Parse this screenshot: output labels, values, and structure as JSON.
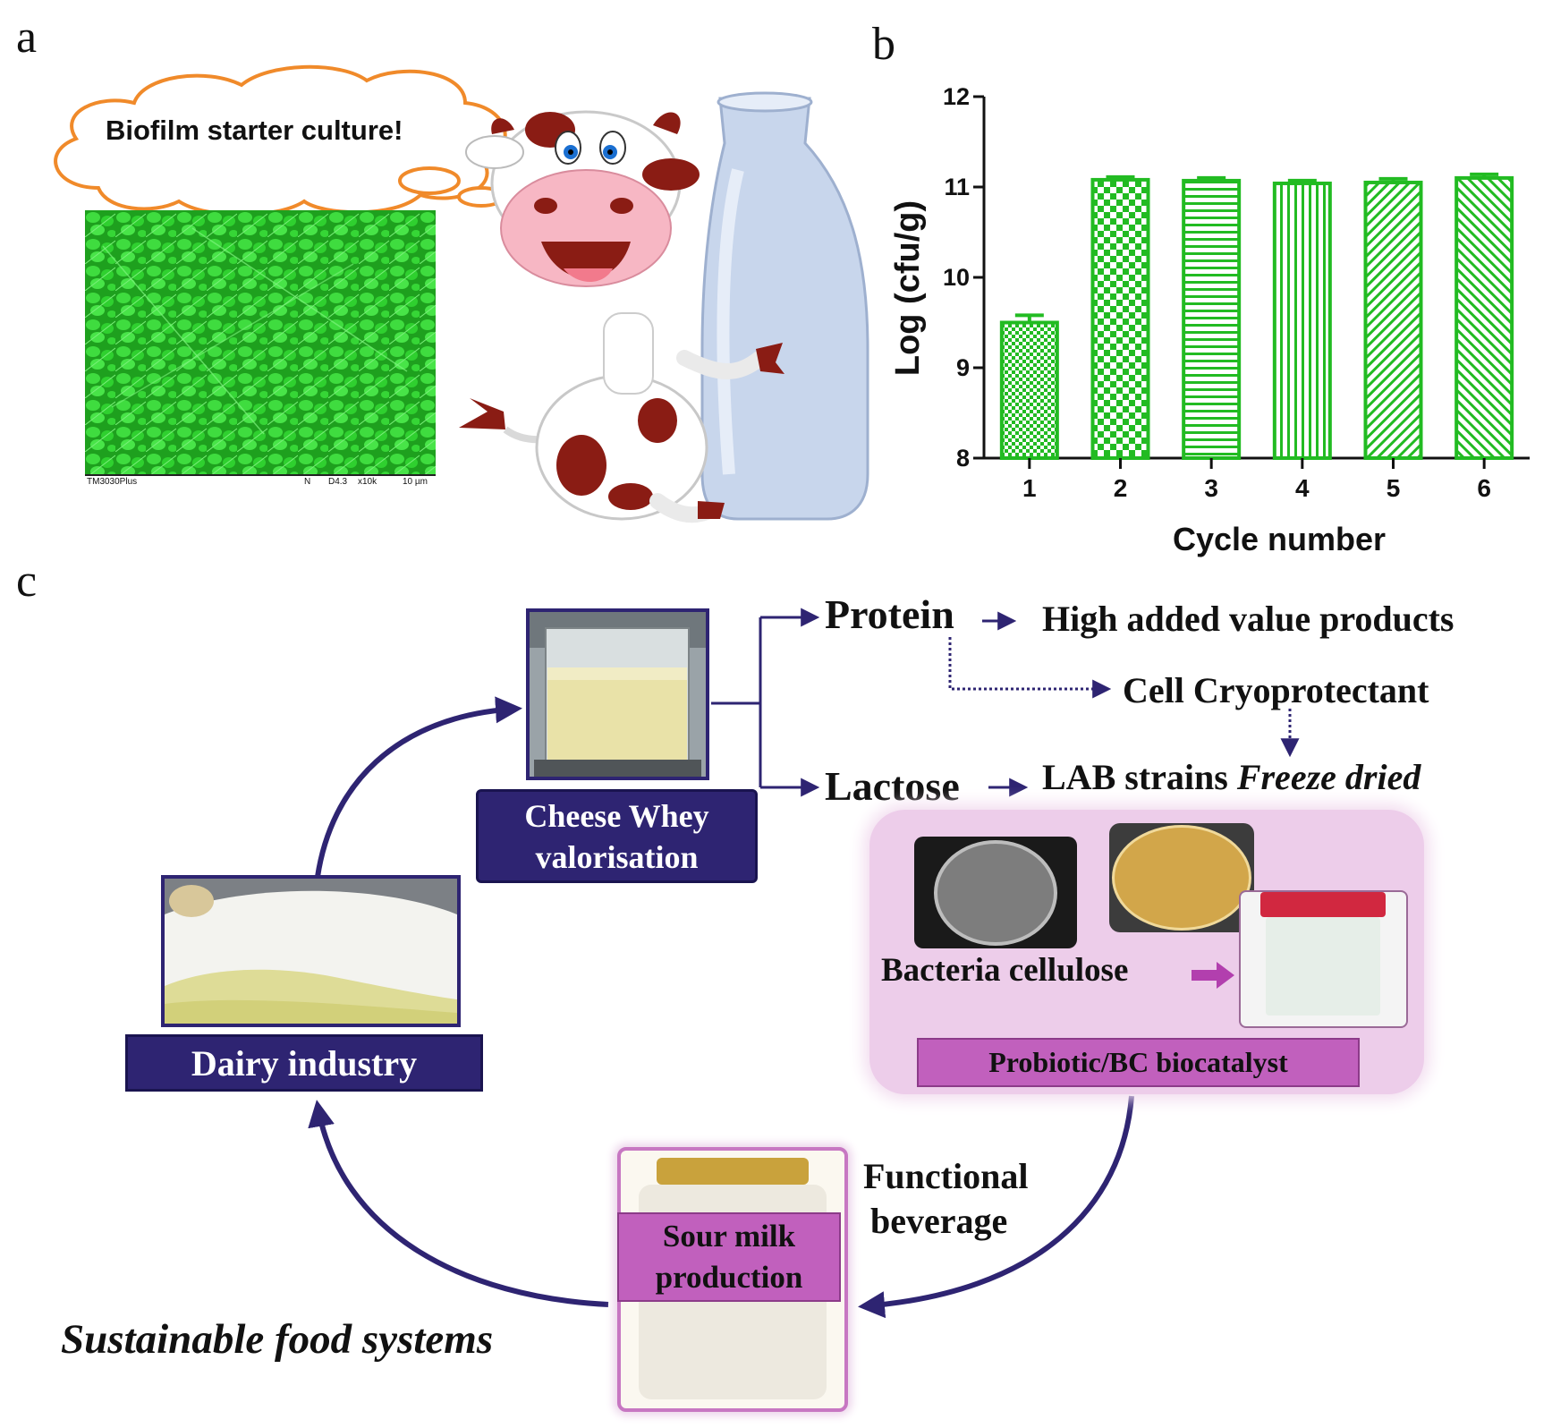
{
  "panels": {
    "a": "a",
    "b": "b",
    "c": "c"
  },
  "panel_a": {
    "thought_bubble": "Biofilm starter culture!",
    "sem_footer": {
      "instrument": "TM3030Plus",
      "mode": "N",
      "settings": "D4.3",
      "magnification": "x10k",
      "scale": "10 µm"
    },
    "icons": [
      "thought-cloud-icon",
      "cow-mascot-icon",
      "milk-bottle-icon"
    ]
  },
  "chart_data": {
    "type": "bar",
    "categories": [
      "1",
      "2",
      "3",
      "4",
      "5",
      "6"
    ],
    "values": [
      9.5,
      11.08,
      11.07,
      11.04,
      11.05,
      11.1
    ],
    "errors": [
      0.08,
      0.03,
      0.03,
      0.03,
      0.04,
      0.04
    ],
    "xlabel": "Cycle number",
    "ylabel": "Log (cfu/g)",
    "ylim": [
      8,
      12
    ],
    "yticks": [
      "8",
      "9",
      "10",
      "11",
      "12"
    ],
    "bar_color": "#22bb22",
    "patterns": [
      "fine-check",
      "coarse-check",
      "horizontal",
      "vertical",
      "diagonal-right",
      "diagonal-left"
    ],
    "grid": false
  },
  "panel_c": {
    "protein": "Protein",
    "high_value": "High added value products",
    "cryoprotectant": "Cell Cryoprotectant",
    "lactose": "Lactose",
    "lab_strains": "LAB strains",
    "freeze_dried": "Freeze dried",
    "cheese_whey_line1": "Cheese Whey",
    "cheese_whey_line2": "valorisation",
    "dairy_industry": "Dairy industry",
    "bacteria_cellulose": "Bacteria cellulose",
    "probiotic_biocatalyst": "Probiotic/BC biocatalyst",
    "functional_line1": "Functional",
    "functional_line2": "beverage",
    "sour_milk_line1": "Sour milk",
    "sour_milk_line2": "production",
    "sustainable": "Sustainable food systems",
    "colors": {
      "navy": "#2e2472",
      "pink_panel": "#edcdea",
      "pink_label": "#c160bd",
      "arrow_purple": "#b23fae"
    }
  }
}
